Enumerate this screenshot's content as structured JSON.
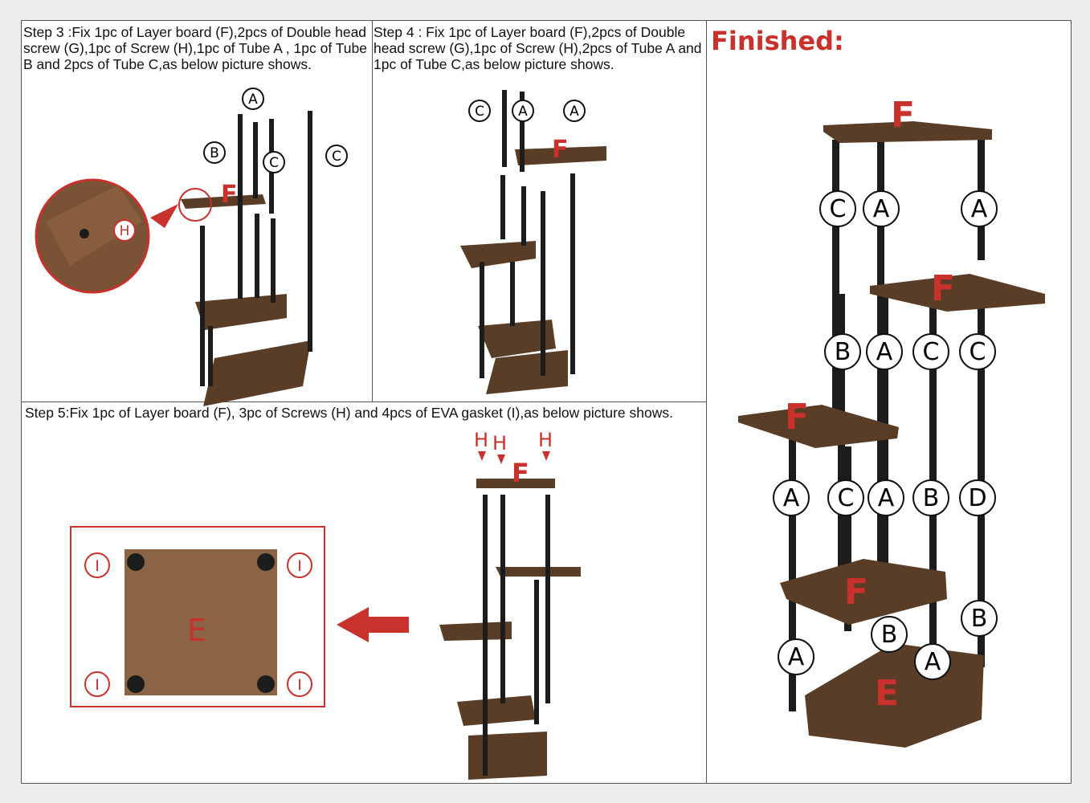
{
  "steps": {
    "step3": {
      "text": "Step 3 :Fix 1pc of Layer board (F),2pcs of Double head screw (G),1pc of Screw (H),1pc of Tube A , 1pc of Tube B and 2pcs of Tube C,as below picture shows."
    },
    "step4": {
      "text": "Step 4 : Fix 1pc of Layer board (F),2pcs of Double head screw (G),1pc of Screw (H),2pcs of Tube A and 1pc of Tube C,as below picture shows."
    },
    "step5": {
      "text": "Step 5:Fix 1pc of Layer board (F), 3pc of Screws (H) and 4pcs of EVA gasket (I),as below picture shows."
    }
  },
  "finished": {
    "title": "Finished:"
  },
  "labels": {
    "A": "A",
    "B": "B",
    "C": "C",
    "D": "D",
    "E": "E",
    "F": "F",
    "H": "H",
    "I": "I"
  },
  "colors": {
    "accent_red": "#c8312c",
    "wood": "#5a3d27",
    "tube": "#1c1c1c"
  }
}
